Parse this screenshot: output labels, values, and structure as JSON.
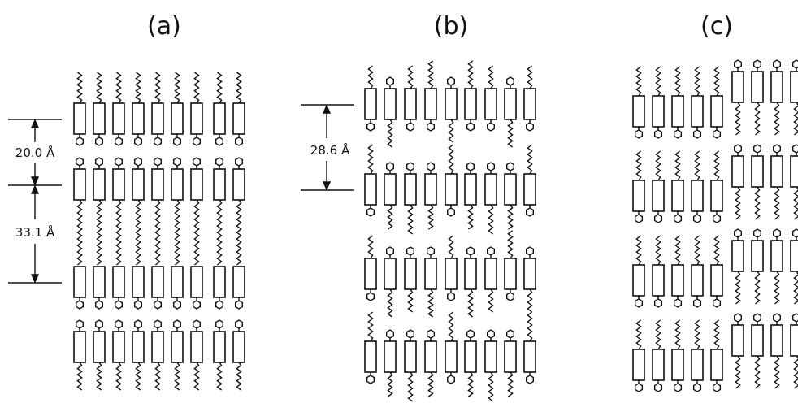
{
  "panels": [
    {
      "id": "a",
      "label": "(a)"
    },
    {
      "id": "b",
      "label": "(b)"
    },
    {
      "id": "c",
      "label": "(c)"
    }
  ],
  "dimensions": {
    "a_head_gap": "20.0 Å",
    "a_tail_gap": "33.1 Å",
    "b_period": "28.6 Å"
  }
}
